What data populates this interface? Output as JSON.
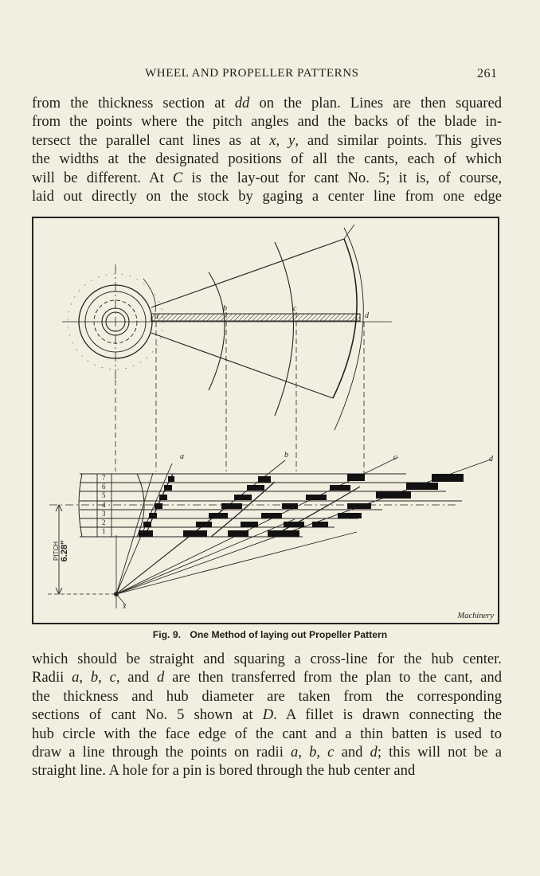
{
  "header": {
    "running_title": "WHEEL AND PROPELLER PATTERNS",
    "page_number": "261"
  },
  "body_top": [
    "from the thickness section at |dd| on the plan.  Lines are then squared",
    "from the points where the pitch angles and the backs of the blade in-",
    "tersect the parallel cant lines as at |x|, |y|, and similar points.  This gives",
    "the widths at the designated positions of all the cants, each of which",
    "will be different.  At |C| is the lay-out for cant No. 5; it is, of course,",
    "laid out directly on the stock by gaging a center line from one edge"
  ],
  "figure": {
    "credit": "Machinery",
    "point_labels": [
      "a",
      "b",
      "c",
      "d"
    ],
    "cant_numbers": [
      "7",
      "6",
      "5",
      "4",
      "3",
      "2",
      "1"
    ],
    "pitch_label": "PITCH",
    "pitch_value": "6.28″",
    "origin_label": "x",
    "caption_number": "Fig. 9.",
    "caption_text": "One Method of laying out Propeller Pattern"
  },
  "body_bottom": [
    "which should be straight and squaring a cross-line for the hub center.",
    "Radii |a|, |b|, |c|, and |d| are then transferred from the plan to the cant, and",
    "the thickness and hub diameter are taken from the corresponding",
    "sections of cant No. 5 shown at |D|.  A fillet is drawn connecting the",
    "hub circle with the face edge of the cant and a thin batten is used to",
    "draw a line through the points on radii |a|, |b|, |c| and |d|; this will not be a",
    "straight line.  A hole for a pin is bored through the hub center and"
  ]
}
